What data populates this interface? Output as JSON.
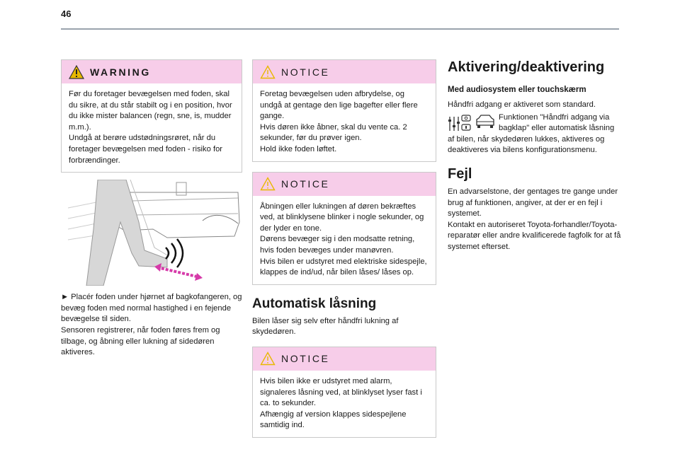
{
  "page": {
    "number": "46"
  },
  "warning": {
    "title": "WARNING",
    "text": "Før du foretager bevægelsen med foden, skal du sikre, at du står stabilt og i en position, hvor du ikke mister balancen (regn, sne, is, mudder m.m.).\nUndgå at berøre udstødningsrøret, når du foretager bevægelsen med foden - risiko for forbrændinger."
  },
  "instruction": {
    "text": "► Placér foden under hjørnet af bagkofangeren, og bevæg foden med normal hastighed i en fejende bevægelse til siden.\nSensoren registrerer, når foden føres frem og tilbage, og åbning eller lukning af sidedøren aktiveres."
  },
  "notice1": {
    "title": "NOTICE",
    "text": "Foretag bevægelsen uden afbrydelse, og undgå at gentage den lige bagefter eller flere gange.\nHvis døren ikke åbner, skal du vente ca. 2 sekunder, før du prøver igen.\nHold ikke foden løftet."
  },
  "notice2": {
    "title": "NOTICE",
    "text": "Åbningen eller lukningen af døren bekræftes ved, at blinklysene blinker i nogle sekunder, og der lyder en tone.\nDørens bevæger sig i den modsatte retning, hvis foden bevæges under manøvren.\nHvis bilen er udstyret med elektriske sidespejle, klappes de ind/ud, når bilen låses/ låses op."
  },
  "auto_lock": {
    "heading": "Automatisk låsning",
    "text": "Bilen låser sig selv efter håndfri lukning af skydedøren."
  },
  "notice3": {
    "title": "NOTICE",
    "text": "Hvis bilen ikke er udstyret med alarm, signaleres låsning ved, at blinklyset lyser fast i ca. to sekunder.\nAfhængig af version klappes sidespejlene samtidig ind."
  },
  "activation": {
    "heading": "Aktivering/deaktivering",
    "subheading": "Med audiosystem eller touchskærm",
    "line1": "Håndfri adgang er aktiveret som standard.",
    "func_text": "Funktionen \"Håndfri adgang via bagklap\" eller automatisk låsning",
    "rest": "af bilen, når skydedøren lukkes, aktiveres og deaktiveres via bilens konfigurationsmenu."
  },
  "fault": {
    "heading": "Fejl",
    "text": "En advarselstone, der gentages tre gange under brug af funktionen, angiver, at der er en fejl i systemet.\nKontakt en autoriseret Toyota-forhandler/Toyota-reparatør eller andre kvalificerede fagfolk for at få systemet efterset."
  },
  "colors": {
    "box_header": "#f7cde9",
    "warning_triangle": "#e8b800",
    "arrow": "#d63aa9"
  },
  "icons": [
    "warning-triangle-icon",
    "notice-triangle-icon",
    "audio-settings-icon",
    "car-icon"
  ]
}
